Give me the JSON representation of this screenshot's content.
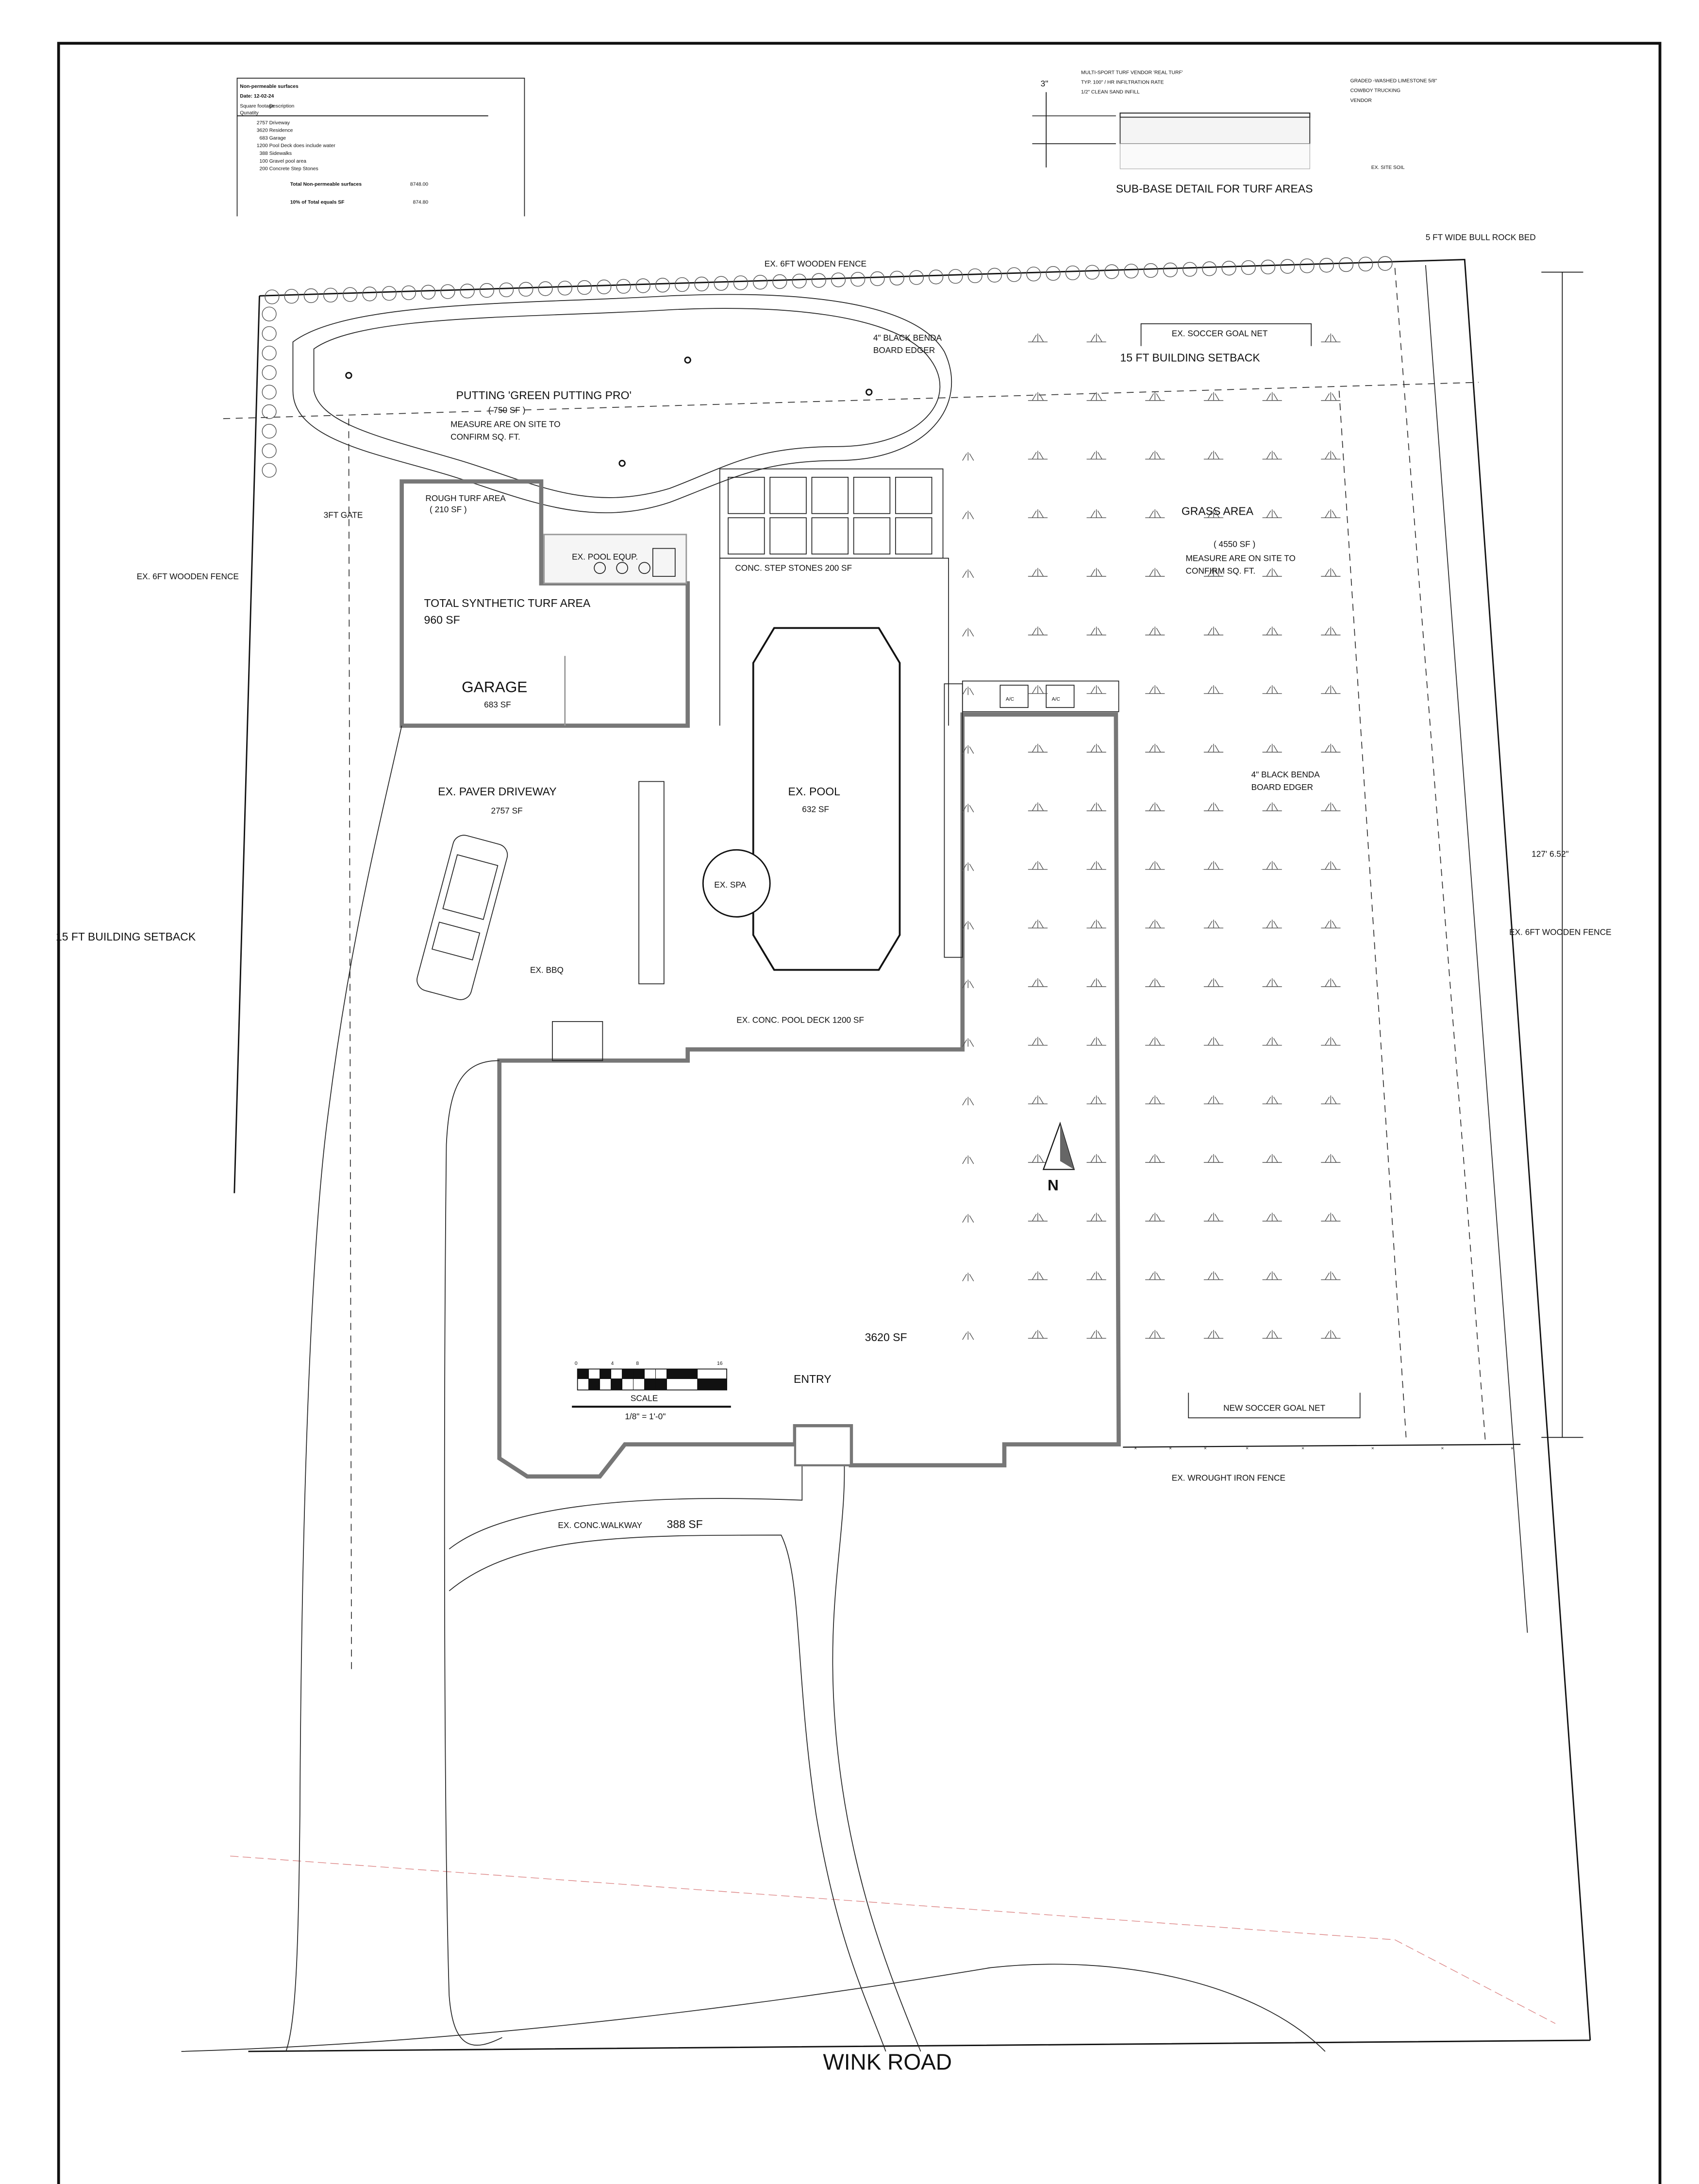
{
  "table": {
    "title": "Non-permeable surfaces",
    "date": "Date: 12-02-24",
    "headers": [
      "Square footage",
      "Description"
    ],
    "header2": "Qunatity",
    "rows": [
      {
        "qty": "2757",
        "desc": "Driveway"
      },
      {
        "qty": "3620",
        "desc": "Residence"
      },
      {
        "qty": "683",
        "desc": "Garage"
      },
      {
        "qty": "1200",
        "desc": "Pool Deck does include water"
      },
      {
        "qty": "388",
        "desc": "Sidewalks"
      },
      {
        "qty": "100",
        "desc": "Gravel pool area"
      },
      {
        "qty": "200",
        "desc": "Concrete Step Stones"
      }
    ],
    "total_label": "Total Non-permeable surfaces",
    "total_value": "8748.00",
    "pct_label": "10% of Total equals SF",
    "pct_value": "874.80"
  },
  "detail": {
    "depth": "3\"",
    "turf_1": "MULTI-SPORT TURF VENDOR 'REAL TURF'",
    "turf_2": "TYP. 100\" / HR INFILTRATION RATE",
    "turf_3": "1/2\" CLEAN SAND INFILL",
    "stone_1": "GRADED -WASHED LIMESTONE 5/8\"",
    "stone_2": "COWBOY TRUCKING",
    "stone_3": "VENDOR",
    "soil": "EX. SITE SOIL",
    "title": "SUB-BASE DETAIL FOR TURF AREAS"
  },
  "labels": {
    "fence_top": "EX. 6FT WOODEN FENCE",
    "rock_bed": "5 FT WIDE BULL ROCK BED",
    "soccer_existing": "EX. SOCCER GOAL NET",
    "edger_top_1": "4\" BLACK BENDA",
    "edger_top_2": "BOARD EDGER",
    "setback_top": "15 FT BUILDING SETBACK",
    "putting_title": "PUTTING 'GREEN PUTTING PRO'",
    "putting_sf": "( 750 SF )",
    "putting_note_1": "MEASURE ARE ON SITE TO",
    "putting_note_2": "CONFIRM SQ. FT.",
    "gate": "3FT GATE",
    "rough_turf": "ROUGH TURF AREA",
    "rough_turf_sf": "( 210 SF )",
    "pool_equip": "EX. POOL EQUP.",
    "step_stones": "CONC. STEP STONES  200 SF",
    "grass_title": "GRASS AREA",
    "grass_sf": "( 4550 SF )",
    "grass_note_1": "MEASURE ARE ON SITE TO",
    "grass_note_2": "CONFIRM SQ. FT.",
    "fence_left": "EX. 6FT WOODEN FENCE",
    "synthetic_title": "TOTAL SYNTHETIC TURF AREA",
    "synthetic_sf": "960  SF",
    "garage": "GARAGE",
    "garage_sf": "683 SF",
    "ac_1": "A/C",
    "ac_2": "A/C",
    "driveway": "EX. PAVER DRIVEWAY",
    "driveway_sf": "2757 SF",
    "pool": "EX. POOL",
    "pool_sf": "632 SF",
    "spa": "EX. SPA",
    "edger_right_1": "4\" BLACK BENDA",
    "edger_right_2": "BOARD EDGER",
    "dimension": "127' 6.52\"",
    "fence_right": "EX. 6FT WOODEN FENCE",
    "setback_left": "15 FT BUILDING SETBACK",
    "bbq": "EX. BBQ",
    "pool_deck": "EX. CONC. POOL DECK  1200 SF",
    "north": "N",
    "residence_sf": "3620 SF",
    "entry": "ENTRY",
    "soccer_new": "NEW  SOCCER GOAL NET",
    "iron_fence": "EX. WROUGHT IRON FENCE",
    "walkway": "EX. CONC.WALKWAY",
    "walkway_sf": "388 SF",
    "road": "WINK ROAD"
  },
  "scale": {
    "ticks": [
      "0",
      "4",
      "8",
      "16"
    ],
    "label": "SCALE",
    "ratio": "1/8\" = 1'-0\""
  }
}
